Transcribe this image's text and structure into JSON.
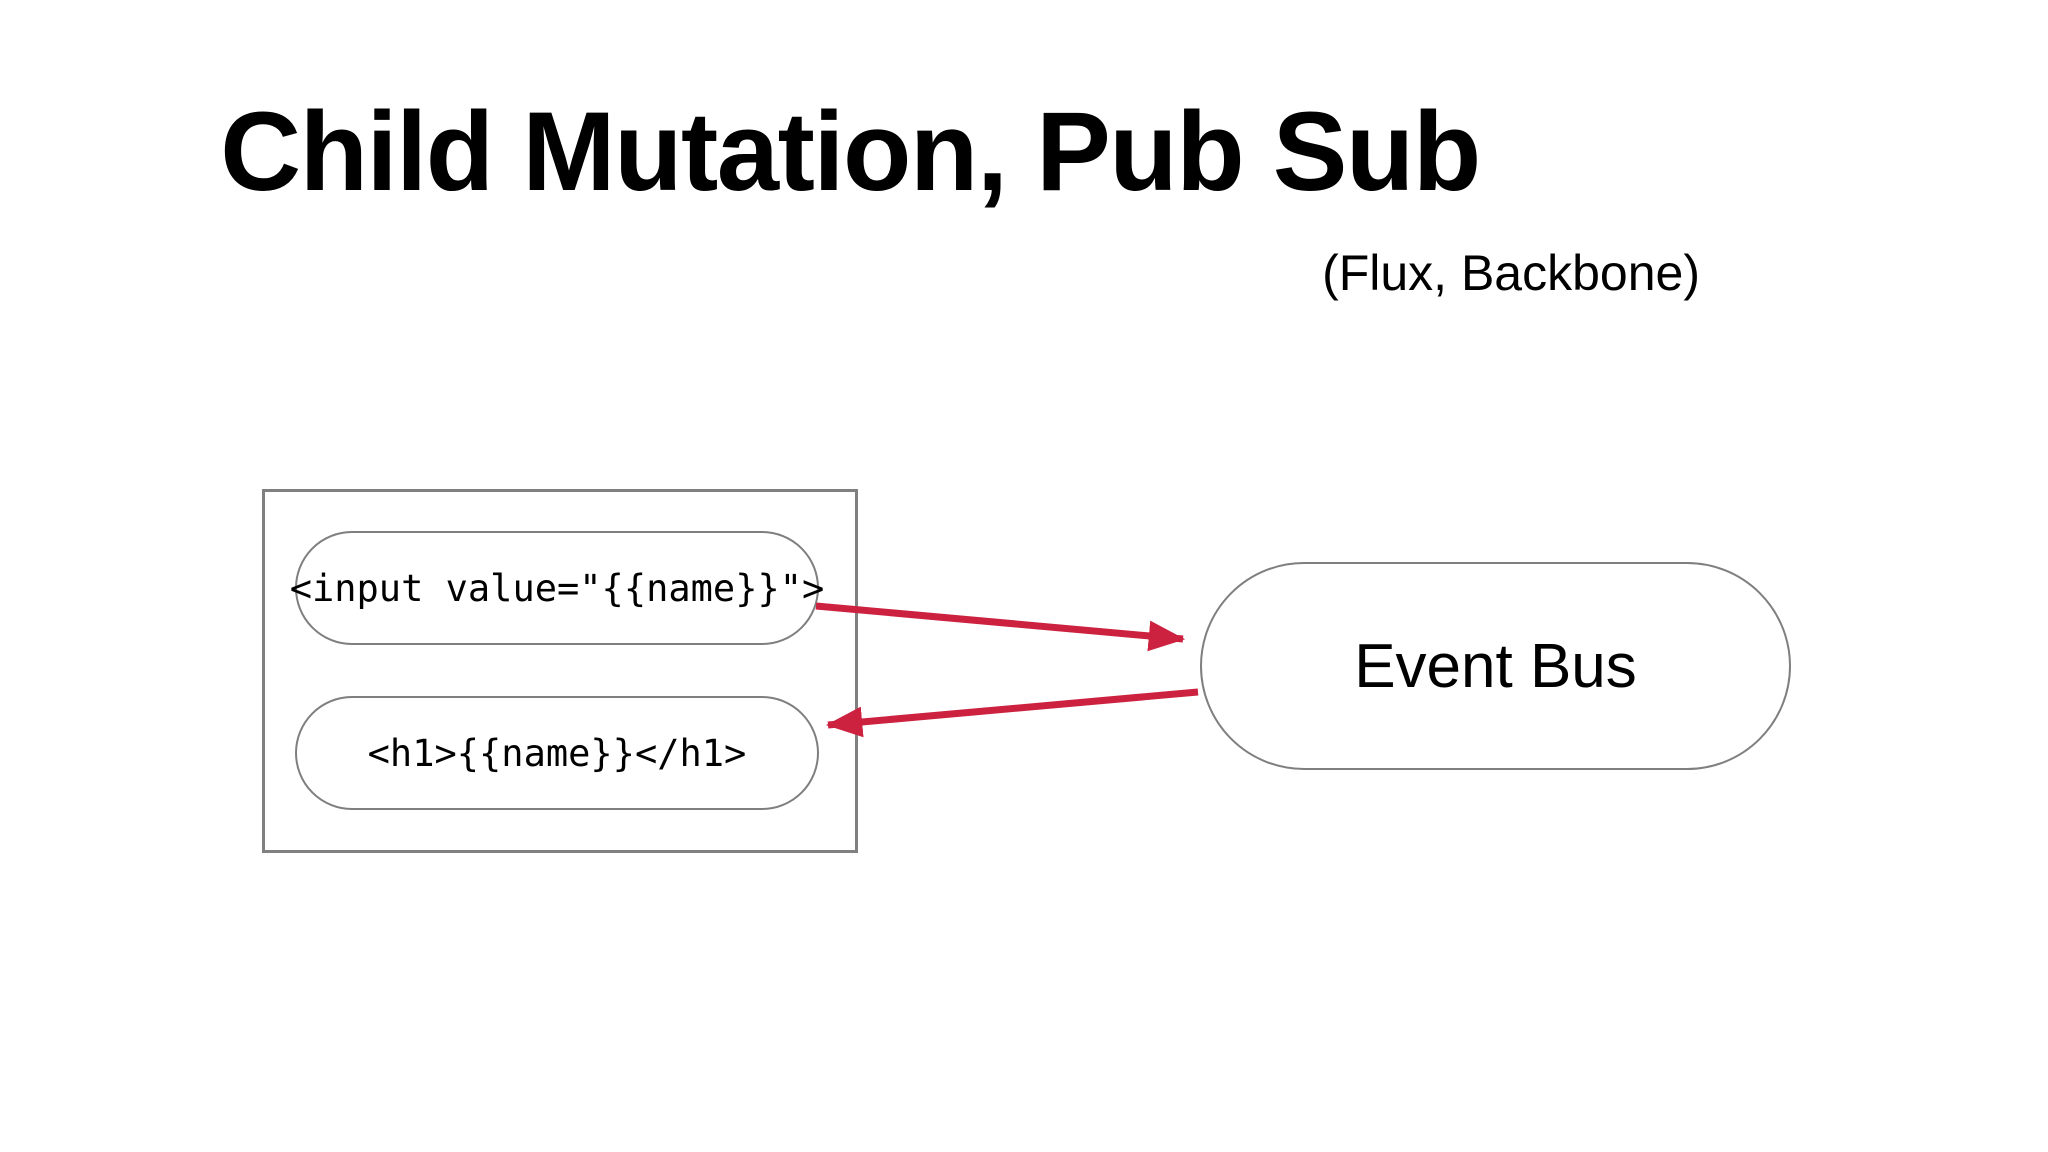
{
  "slide": {
    "background_color": "#ffffff",
    "title": "Child Mutation, Pub Sub",
    "subtitle": "(Flux, Backbone)"
  },
  "diagram": {
    "type": "flow",
    "accent_color": "#cc2240",
    "node_border_color": "#7f7f7f",
    "box_border_color": "#808080",
    "component_box": {
      "label": "",
      "children": [
        {
          "id": "input-node",
          "shape": "pill",
          "code": "<input value=\"{{name}}\">"
        },
        {
          "id": "h1-node",
          "shape": "pill",
          "code": "<h1>{{name}}</h1>"
        }
      ]
    },
    "event_bus": {
      "id": "event-bus-node",
      "shape": "pill",
      "label": "Event Bus"
    },
    "arrows": [
      {
        "id": "publish-arrow",
        "from": "input-node",
        "to": "event-bus-node",
        "direction": "right",
        "color": "#cc2240"
      },
      {
        "id": "subscribe-arrow",
        "from": "event-bus-node",
        "to": "h1-node",
        "direction": "left",
        "color": "#cc2240"
      }
    ]
  }
}
